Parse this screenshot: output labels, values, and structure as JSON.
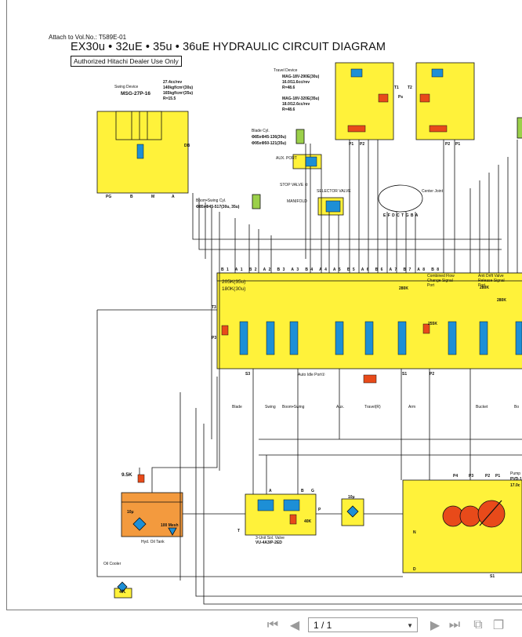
{
  "document": {
    "header": "Attach to Vol.No.: T589E-01",
    "title": "EX30u • 32uE • 35u • 36uE  HYDRAULIC CIRCUIT DIAGRAM",
    "dealer_note": "Authorized Hitachi Dealer Use Only"
  },
  "diagram_labels": {
    "swing_device": "Swing Device",
    "swing_model": "MSG-27P-16",
    "swing_spec1": "27.4cc/rev",
    "swing_spec2": "140kgf/cm²(30u)",
    "swing_spec3": "165kgf/cm²(35u)",
    "swing_spec4": "R=15.5",
    "travel_device": "Travel Device",
    "travel_spec1": "MAG-18V-290E(30u)",
    "travel_spec2": "16.0/11.6cc/rev",
    "travel_spec3": "R=48.6",
    "travel_spec4": "MAG-18V-320E(35u)",
    "travel_spec5": "18.0/12.6cc/rev",
    "travel_spec6": "R=48.6",
    "blade_cyl": "Blade Cyl.",
    "blade_cyl_30": "Φ85xΦ45-136(30u)",
    "blade_cyl_35": "Φ95xΦ50-121(35u)",
    "aux_port": "AUX. PORT",
    "stop_valve": "STOP VALVE ②",
    "selector_valve": "SELECTOR VALVE",
    "manifold": "MANIFOLD",
    "boom_swing_cyl": "Boom•Swing Cyl.",
    "boom_swing_spec": "Φ85xΦ45-517(30u, 35u)",
    "center_joint": "Center Joint",
    "center_letters": "E F D C T G B A",
    "db": "DB",
    "pg": "PG",
    "b": "B",
    "m": "M",
    "a": "A",
    "p1_left": "P1",
    "p2_left": "P2",
    "p2_right": "P2",
    "p1_right": "P1",
    "t1": "T1",
    "t2": "T2",
    "ps": "Ps",
    "relief_205": "205K(35u)",
    "relief_180": "180K(30u)",
    "t3": "T3",
    "p3": "P3",
    "r280a": "280K",
    "r280b": "280K",
    "r280c": "280K",
    "r255": "255K",
    "combined_flow": "Combined Flow",
    "change_signal": "Change Signal",
    "port": "Port",
    "anti_drift": "Anti Drift Valve",
    "release_signal": "Release Signal",
    "port2": "Port",
    "s3": "S3",
    "auto_idle": "Auto Idle Port②",
    "s1": "S1",
    "p2_mid": "P2",
    "fn_blade": "Blade",
    "fn_swing": "Swing",
    "fn_boom_swing": "Boom•Swing",
    "fn_aux": "Aux.",
    "fn_travel_r": "Travel(R)",
    "fn_arm": "Arm",
    "fn_bucket": "Bucket",
    "fn_boom": "Bo",
    "ports_top": "B1 A1 B2 A2 B3 A3 B4 A4 A5 B5 A6 B6 A7 B7 A8 B8",
    "k9_5": "9.5K",
    "f10": "10μ",
    "mesh": "100 Mesh",
    "hyd_tank": "Hyd. Oil Tank",
    "oil_cooler": "Oil Cooler",
    "k4": "4K",
    "pilot_filter": "3-Unit Sol. Valve",
    "pilot_model": "VU-4A3/P-2ED",
    "k40": "40K",
    "t_label": "T",
    "f10b": "10μ",
    "pump": "Pump",
    "pump_model": "PVD-1",
    "pump_cc": "17.0c",
    "p4": "P4",
    "p3_pump": "P3",
    "p2_pump": "P2",
    "p1_pump": "P1",
    "s1_pump": "S1",
    "n_label": "N",
    "d_label": "D",
    "a_label": "A",
    "b_label": "B",
    "g_label": "G",
    "p_label": "P"
  },
  "viewer": {
    "page_indicator": "1 / 1",
    "icons": [
      "first-page-icon",
      "prev-page-icon",
      "next-page-icon",
      "last-page-icon",
      "two-page-view-icon",
      "single-page-view-icon"
    ]
  },
  "colors": {
    "block_fill": "#fff23a",
    "tank_fill": "#f39a3e",
    "valve_blue": "#1d8fd6",
    "pump_red": "#e84a1a",
    "line": "#111111"
  }
}
